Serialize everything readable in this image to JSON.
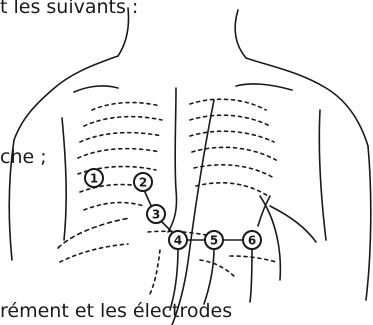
{
  "text_lines": {
    "top": "t les suivants  :",
    "middle": "che ;",
    "bottom": "rément et les électrodes"
  },
  "electrodes": [
    {
      "label": "1"
    },
    {
      "label": "2"
    },
    {
      "label": "3"
    },
    {
      "label": "4"
    },
    {
      "label": "5"
    },
    {
      "label": "6"
    }
  ],
  "colors": {
    "ink": "#1a1a1a",
    "background": "#ffffff"
  }
}
